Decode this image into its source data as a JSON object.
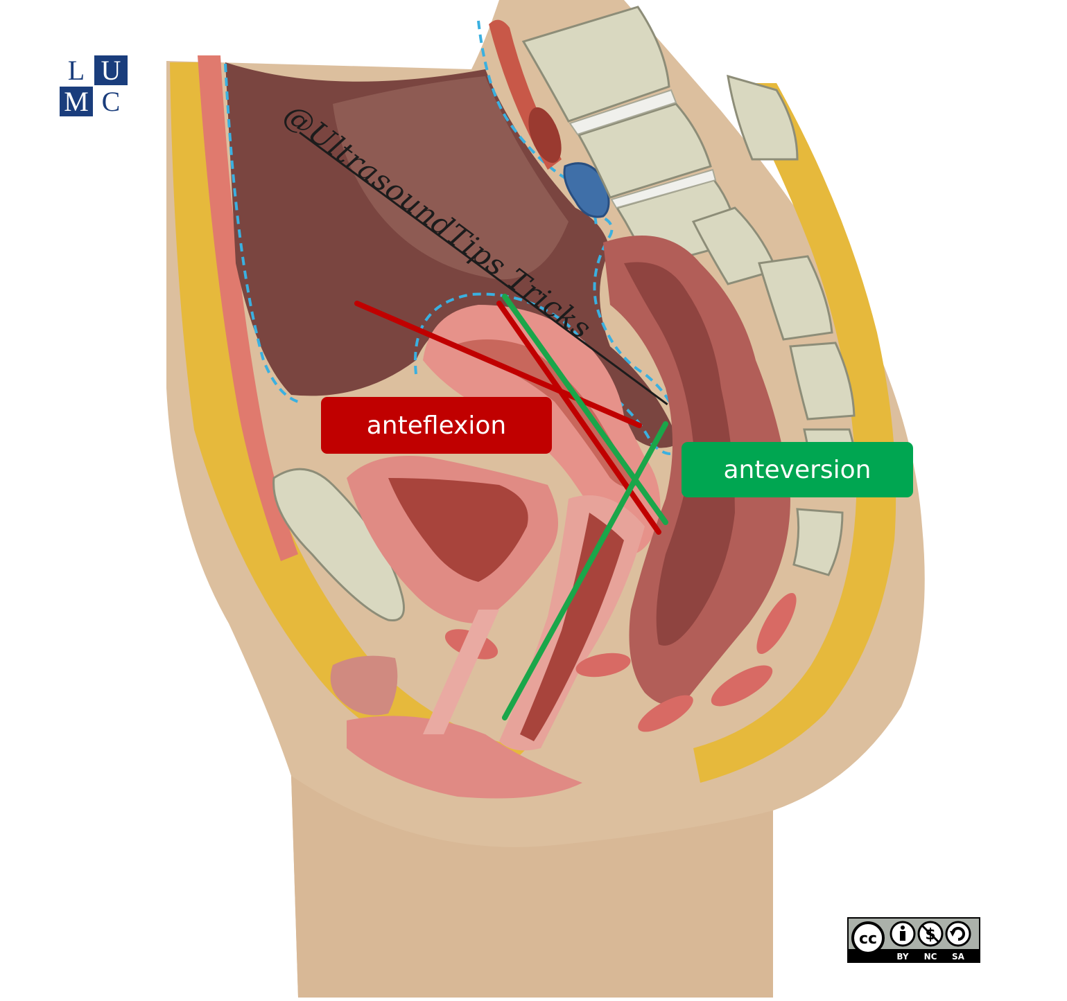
{
  "logo": {
    "letters": [
      "L",
      "U",
      "M",
      "C"
    ]
  },
  "watermark": {
    "text": "@UltrasoundTips Tricks"
  },
  "labels": {
    "anteflexion": {
      "text": "anteflexion",
      "color": "#c00000"
    },
    "anteversion": {
      "text": "anteversion",
      "color": "#00a651"
    }
  },
  "license": {
    "tags": [
      "BY",
      "NC",
      "SA"
    ],
    "cc": "cc"
  },
  "colors": {
    "anteflexion_line": "#c00000",
    "anteversion_line": "#1aa64a",
    "peritoneum_dash": "#3ab0e0",
    "skin": "#dfc0a0",
    "fat": "#e8bd40",
    "bone": "#dcdcc4"
  }
}
